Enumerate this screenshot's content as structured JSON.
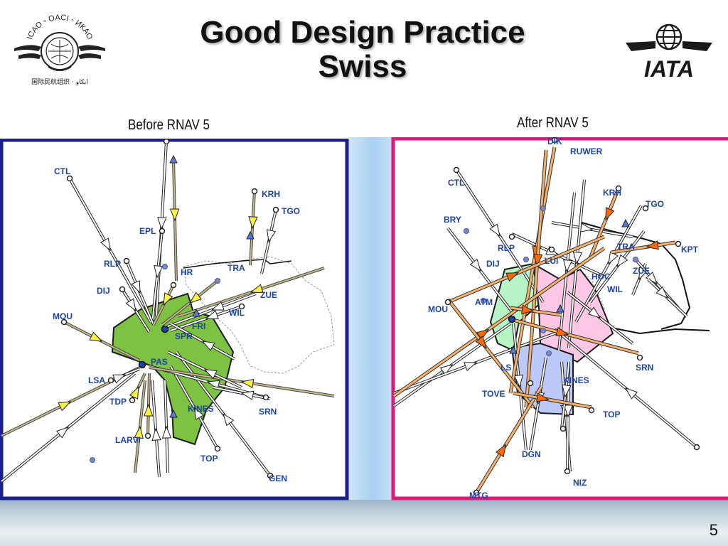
{
  "title_line1": "Good Design Practice",
  "title_line2": "Swiss",
  "logo_left": {
    "ring_text": "ICAO ◦ OACI ◦ ИКАО",
    "icon": "icao-emblem",
    "sub_text": "国际民航组织 · ايكاو"
  },
  "logo_right": {
    "text": "IATA",
    "icon": "iata-globe"
  },
  "before": {
    "caption": "Before RNAV 5",
    "border_color": "#1a1f8c",
    "sector_color": "#7dc242",
    "waypoints": [
      "CTL",
      "EPL",
      "KRH",
      "TGO",
      "RLP",
      "HR",
      "TRA",
      "DIJ",
      "ZUE",
      "WIL",
      "MOU",
      "FRI",
      "SPR",
      "PAS",
      "LSA",
      "TDP",
      "KINES",
      "SRN",
      "LARVI",
      "TOP",
      "GEN"
    ]
  },
  "after": {
    "caption": "After RNAV 5",
    "border_color": "#e0187a",
    "sector_colors": [
      "#b7f5c6",
      "#ffc7e6",
      "#bcc8f7"
    ],
    "waypoints": [
      "DIK",
      "RUWER",
      "CTL",
      "KRH",
      "TGO",
      "BRY",
      "RLP",
      "LUI",
      "TRA",
      "KPT",
      "DIJ",
      "HOC",
      "ZUE",
      "WIL",
      "ATM",
      "MOU",
      "LS",
      "SRN",
      "KINES",
      "TOVE",
      "TOP",
      "DGN",
      "NIZ",
      "MTG"
    ]
  },
  "page_number": "5"
}
